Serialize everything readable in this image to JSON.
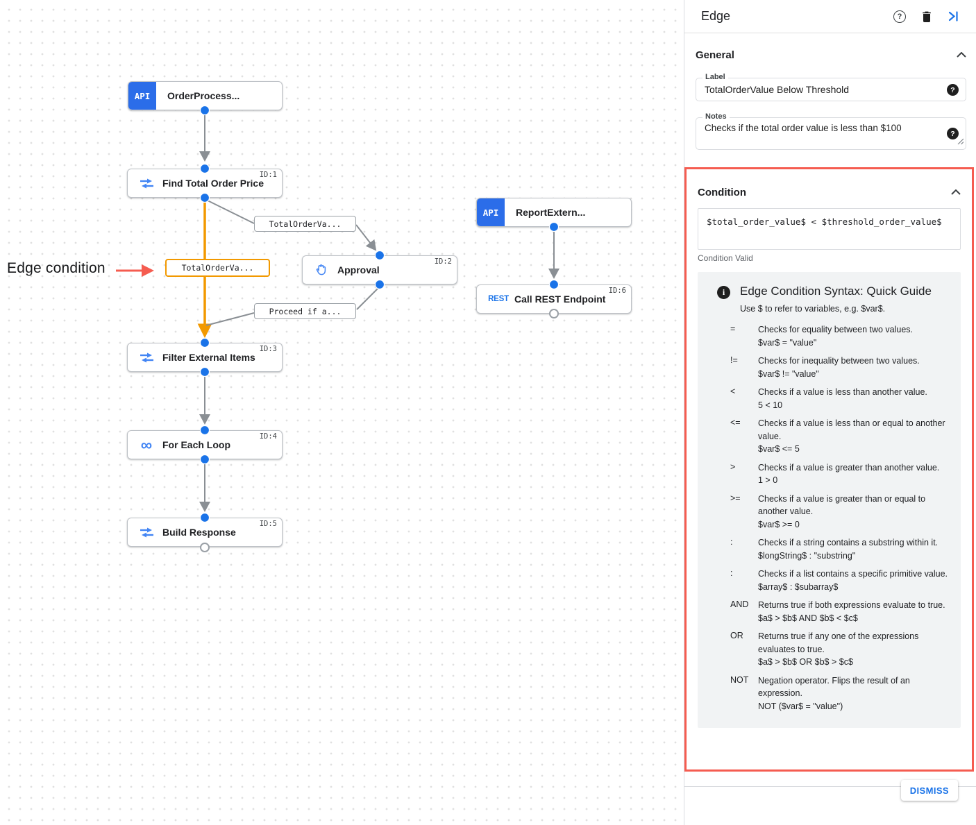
{
  "canvas": {
    "annotation": "Edge condition",
    "nodes": [
      {
        "label": "OrderProcess...",
        "badge": "API"
      },
      {
        "label": "Find Total Order Price",
        "task_id": "ID:1"
      },
      {
        "label": "Approval",
        "task_id": "ID:2"
      },
      {
        "label": "Filter External Items",
        "task_id": "ID:3"
      },
      {
        "label": "For Each Loop",
        "task_id": "ID:4"
      },
      {
        "label": "Build Response",
        "task_id": "ID:5"
      },
      {
        "label": "ReportExtern...",
        "badge": "API"
      },
      {
        "label": "Call REST Endpoint",
        "task_id": "ID:6",
        "icon_text": "REST"
      }
    ],
    "edge_labels": [
      {
        "text": "TotalOrderVa..."
      },
      {
        "text": "TotalOrderVa...",
        "selected": true
      },
      {
        "text": "Proceed if a..."
      }
    ],
    "loop_icon_glyph": "∞"
  },
  "panel": {
    "title": "Edge",
    "header_icons": [
      "help-icon",
      "delete-icon",
      "collapse-panel-icon"
    ],
    "general": {
      "heading": "General",
      "label_field": {
        "label": "Label",
        "value": "TotalOrderValue Below Threshold"
      },
      "notes_field": {
        "label": "Notes",
        "value": "Checks if the total order value is less than $100"
      }
    },
    "condition": {
      "heading": "Condition",
      "expression": "$total_order_value$ < $threshold_order_value$",
      "status": "Condition Valid",
      "guide": {
        "title": "Edge Condition Syntax: Quick Guide",
        "intro": "Use $ to refer to variables, e.g. $var$.",
        "rows": [
          {
            "op": "=",
            "desc": "Checks for equality between two values.",
            "example": "$var$ = \"value\""
          },
          {
            "op": "!=",
            "desc": "Checks for inequality between two values.",
            "example": "$var$ != \"value\""
          },
          {
            "op": "<",
            "desc": "Checks if a value is less than another value.",
            "example": "5 < 10"
          },
          {
            "op": "<=",
            "desc": "Checks if a value is less than or equal to another value.",
            "example": "$var$ <= 5"
          },
          {
            "op": ">",
            "desc": "Checks if a value is greater than another value.",
            "example": "1 > 0"
          },
          {
            "op": ">=",
            "desc": "Checks if a value is greater than or equal to another value.",
            "example": "$var$ >= 0"
          },
          {
            "op": ":",
            "desc": "Checks if a string contains a substring within it.",
            "example": "$longString$ : \"substring\""
          },
          {
            "op": ":",
            "desc": "Checks if a list contains a specific primitive value.",
            "example": "$array$ : $subarray$"
          },
          {
            "op": "AND",
            "desc": "Returns true if both expressions evaluate to true.",
            "example": "$a$ > $b$ AND $b$ < $c$"
          },
          {
            "op": "OR",
            "desc": "Returns true if any one of the expressions evaluates to true.",
            "example": "$a$ > $b$ OR $b$ > $c$"
          },
          {
            "op": "NOT",
            "desc": "Negation operator. Flips the result of an expression.",
            "example": "NOT ($var$ = \"value\")"
          }
        ]
      }
    },
    "footer": {
      "dismiss": "DISMISS"
    }
  },
  "colors": {
    "accent_blue": "#1a73e8",
    "icon_blue": "#4285f4",
    "badge_blue": "#2b6de9",
    "edge_gray": "#8a8f94",
    "edge_orange": "#f29900",
    "highlight_red": "#f55c50",
    "guide_bg": "#f1f3f4"
  }
}
